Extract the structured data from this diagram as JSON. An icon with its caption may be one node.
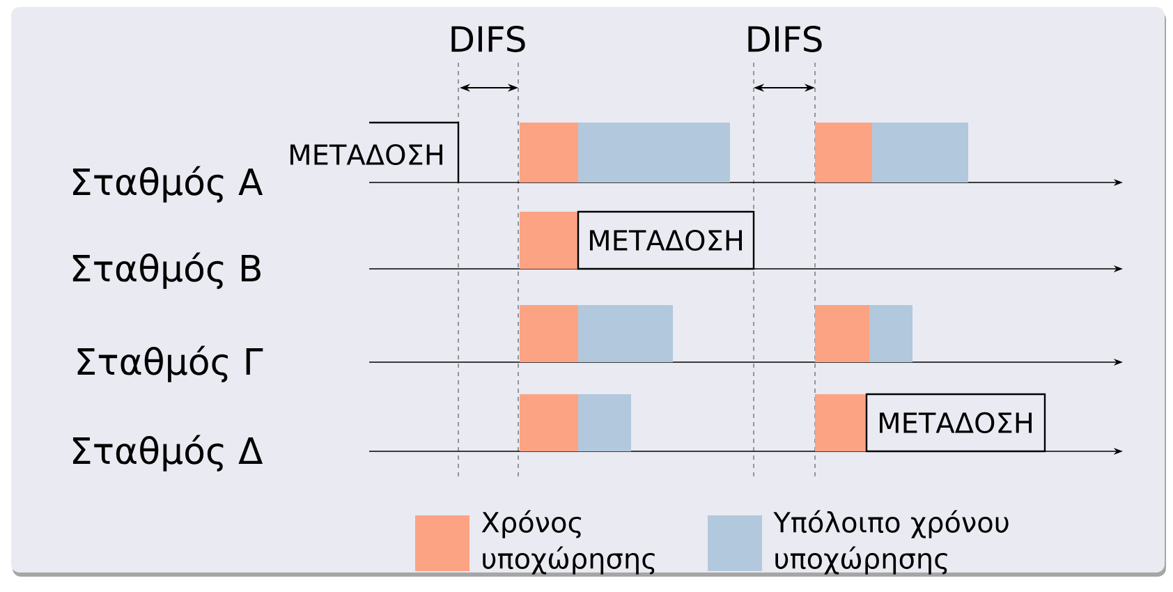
{
  "diagram": {
    "nodes": [
      {
        "text": [
          "ΜΕΤΑΔΟΣΗ"
        ]
      },
      {
        "text": [
          "ΜΕΤΑΔΟΣΗ"
        ]
      },
      {
        "text": [
          "ΜΕΤΑΔΟΣΗ"
        ]
      }
    ],
    "labels": [
      "DIFS",
      "DIFS",
      "Σταθμός Α",
      "Σταθμός Β",
      "Σταθμός Γ",
      "Σταθμός Δ"
    ],
    "legend": [
      {
        "text": "Χρόνος υποχώρησης",
        "color": "#fca384"
      },
      {
        "text": "Υπόλοιπο χρόνου υποχώρησης",
        "color": "#b2c8dc"
      }
    ]
  }
}
